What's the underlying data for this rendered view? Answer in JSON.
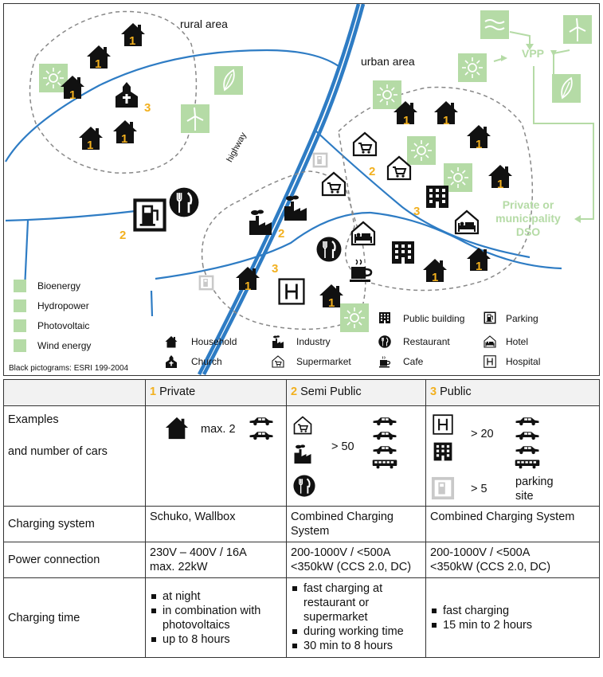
{
  "map": {
    "labels": {
      "rural": "rural area",
      "urban": "urban area",
      "highway": "highway",
      "vpp": "VPP",
      "dso": "Private or municipality DSO"
    },
    "numbers": {
      "one": "1",
      "two": "2",
      "three": "3"
    },
    "legend": {
      "renewables": [
        "Bioenergy",
        "Hydropower",
        "Photovoltaic",
        "Wind energy"
      ],
      "pictograms": [
        "Household",
        "Church",
        "Industry",
        "Supermarket",
        "Restaurant",
        "Cafe",
        "Public building",
        "Hotel",
        "Parking",
        "Hospital"
      ],
      "source": "Black pictograms: ESRI 199-2004"
    },
    "colors": {
      "highway": "#2e7cc4",
      "renewable": "#b5dba6",
      "number": "#f2b01e",
      "boundary": "#888888"
    }
  },
  "table": {
    "headers": {
      "private": "Private",
      "semi": "Semi Public",
      "public": "Public",
      "private_num": "1",
      "semi_num": "2",
      "public_num": "3"
    },
    "rows": {
      "examples_label": "Examples",
      "cars_label": "and number of cars",
      "private_max": "max. 2",
      "semi_count": "> 50",
      "public_count": "> 20",
      "public_parking_count": "> 5",
      "public_parking_label": "parking site",
      "charging_system_label": "Charging system",
      "charging_private": "Schuko, Wallbox",
      "charging_semi": "Combined Charging System",
      "charging_public": "Combined Charging System",
      "power_label": "Power connection",
      "power_private_1": "230V – 400V / 16A",
      "power_private_2": "max. 22kW",
      "power_semi_1": "200-1000V / <500A",
      "power_semi_2": "<350kW (CCS 2.0, DC)",
      "power_public_1": "200-1000V / <500A",
      "power_public_2": "<350kW (CCS 2.0, DC)",
      "time_label": "Charging time",
      "time_private": [
        "at night",
        "in combination with photovoltaics",
        "up to 8 hours"
      ],
      "time_semi": [
        "fast charging at restaurant or supermarket",
        "during working time",
        "30 min to 8 hours"
      ],
      "time_public": [
        "fast charging",
        "15 min to 2 hours"
      ]
    }
  }
}
